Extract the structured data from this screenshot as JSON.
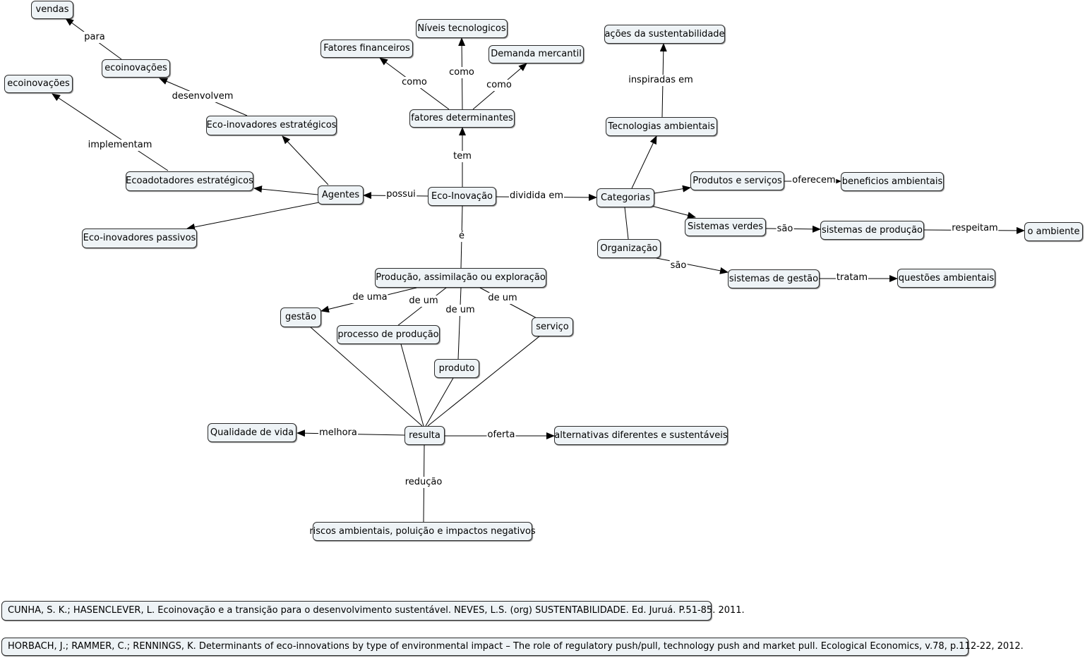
{
  "nodes": {
    "vendas": "vendas",
    "ecoinov1": "ecoinovações",
    "ecoinov2": "ecoinovações",
    "niveis": "Níveis tecnologicos",
    "fatores_fin": "Fatores financeiros",
    "demanda": "Demanda mercantil",
    "acoes": "ações da sustentabilidade",
    "eco_estrat": "Eco-inovadores estratégicos",
    "fatores_det": "fatores determinantes",
    "tec_amb": "Tecnologias ambientais",
    "ecoadot": "Ecoadotadores estratégicos",
    "agentes": "Agentes",
    "eco_inov": "Eco-Inovação",
    "categorias": "Categorias",
    "prod_serv": "Produtos e serviços",
    "beneficios": "beneficios ambientais",
    "sist_verdes": "Sistemas verdes",
    "sist_prod": "sistemas de produção",
    "ambiente": "o ambiente",
    "eco_passivos": "Eco-inovadores passivos",
    "organizacao": "Organização",
    "sist_gestao": "sistemas de gestão",
    "questoes": "questões ambientais",
    "producao": "Produção, assimilação ou exploração",
    "gestao": "gestão",
    "proc_prod": "processo de produção",
    "servico": "serviço",
    "produto": "produto",
    "qualidade": "Qualidade de vida",
    "resulta": "resulta",
    "alternativas": "alternativas diferentes e sustentáveis",
    "riscos": "riscos ambientais, poluição e impactos negativos"
  },
  "labels": {
    "para": "para",
    "desenvolvem": "desenvolvem",
    "implementam": "implementam",
    "como1": "como",
    "como2": "como",
    "como3": "como",
    "inspiradas": "inspiradas em",
    "tem": "tem",
    "possui": "possui",
    "dividida": "dividida em",
    "oferecem": "oferecem",
    "sao1": "são",
    "respeitam": "respeitam",
    "e": "é",
    "sao2": "são",
    "tratam": "tratam",
    "de_uma": "de uma",
    "de_um1": "de um",
    "de_um2": "de um",
    "de_um3": "de um",
    "melhora": "melhora",
    "oferta": "oferta",
    "reducao": "redução"
  },
  "references": [
    "CUNHA, S. K.; HASENCLEVER, L. Ecoinovação e a transição para o desenvolvimento sustentável. NEVES, L.S. (org) SUSTENTABILIDADE. Ed. Juruá. P.51-85. 2011.",
    "HORBACH, J.; RAMMER, C.; RENNINGS, K. Determinants of eco-innovations by type of environmental impact – The role of regulatory push/pull, technology push and market pull. Ecological Economics, v.78, p.112-22, 2012."
  ]
}
